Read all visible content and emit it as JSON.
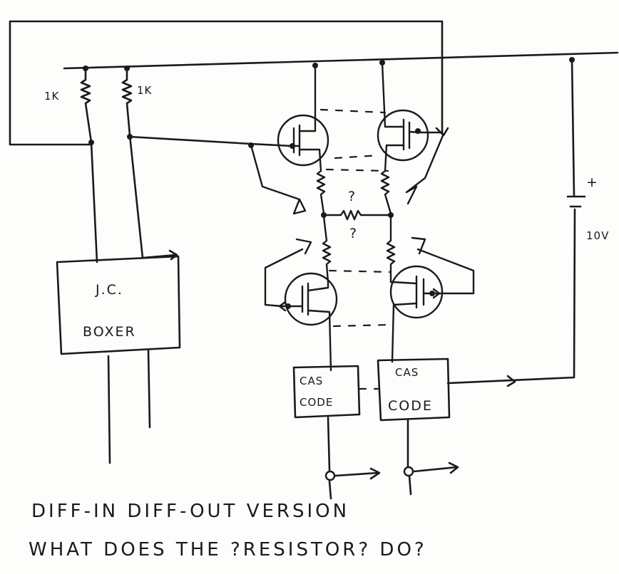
{
  "labels": {
    "r1": "1K",
    "r2": "1K",
    "box_line1": "J.C.",
    "box_line2": "BOXER",
    "cas1_line1": "CAS",
    "cas1_line2": "CODE",
    "cas2_line1": "CAS",
    "cas2_line2": "CODE",
    "battery_plus": "+",
    "battery_value": "10V",
    "q_top": "?",
    "q_bottom": "?",
    "caption_line1": "DIFF-IN   DIFF-OUT  VERSION",
    "caption_line2": "WHAT DOES THE ?RESISTOR? DO?"
  }
}
